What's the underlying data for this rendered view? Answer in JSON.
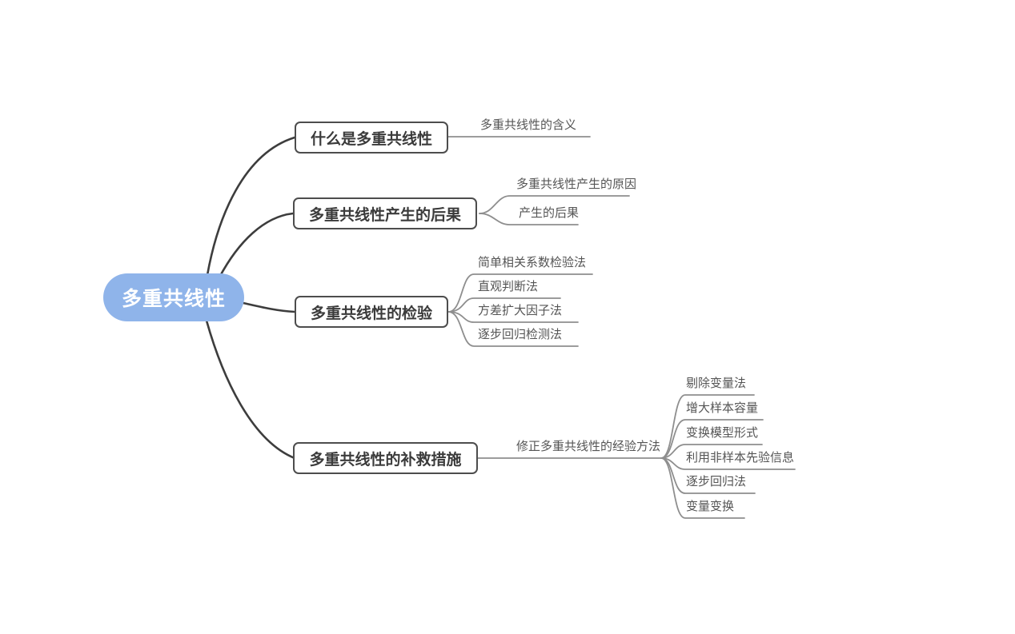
{
  "root": {
    "label": "多重共线性",
    "bg_color": "#8FB4EA",
    "text_color": "#FFFFFF"
  },
  "branches": [
    {
      "label": "什么是多重共线性",
      "children": [
        {
          "label": "多重共线性的含义"
        }
      ]
    },
    {
      "label": "多重共线性产生的后果",
      "children": [
        {
          "label": "多重共线性产生的原因"
        },
        {
          "label": "产生的后果"
        }
      ]
    },
    {
      "label": "多重共线性的检验",
      "children": [
        {
          "label": "简单相关系数检验法"
        },
        {
          "label": "直观判断法"
        },
        {
          "label": "方差扩大因子法"
        },
        {
          "label": "逐步回归检测法"
        }
      ]
    },
    {
      "label": "多重共线性的补救措施",
      "children": [
        {
          "label": "修正多重共线性的经验方法",
          "children": [
            {
              "label": "剔除变量法"
            },
            {
              "label": "增大样本容量"
            },
            {
              "label": "变换模型形式"
            },
            {
              "label": "利用非样本先验信息"
            },
            {
              "label": "逐步回归法"
            },
            {
              "label": "变量变换"
            }
          ]
        }
      ]
    }
  ],
  "colors": {
    "branch_curve": "#3D3D3D",
    "box_border": "#4D4D4D",
    "box_text": "#3B3B3B",
    "child_line": "#8E8E8E",
    "child_text": "#555555",
    "background": "#FFFFFF"
  }
}
